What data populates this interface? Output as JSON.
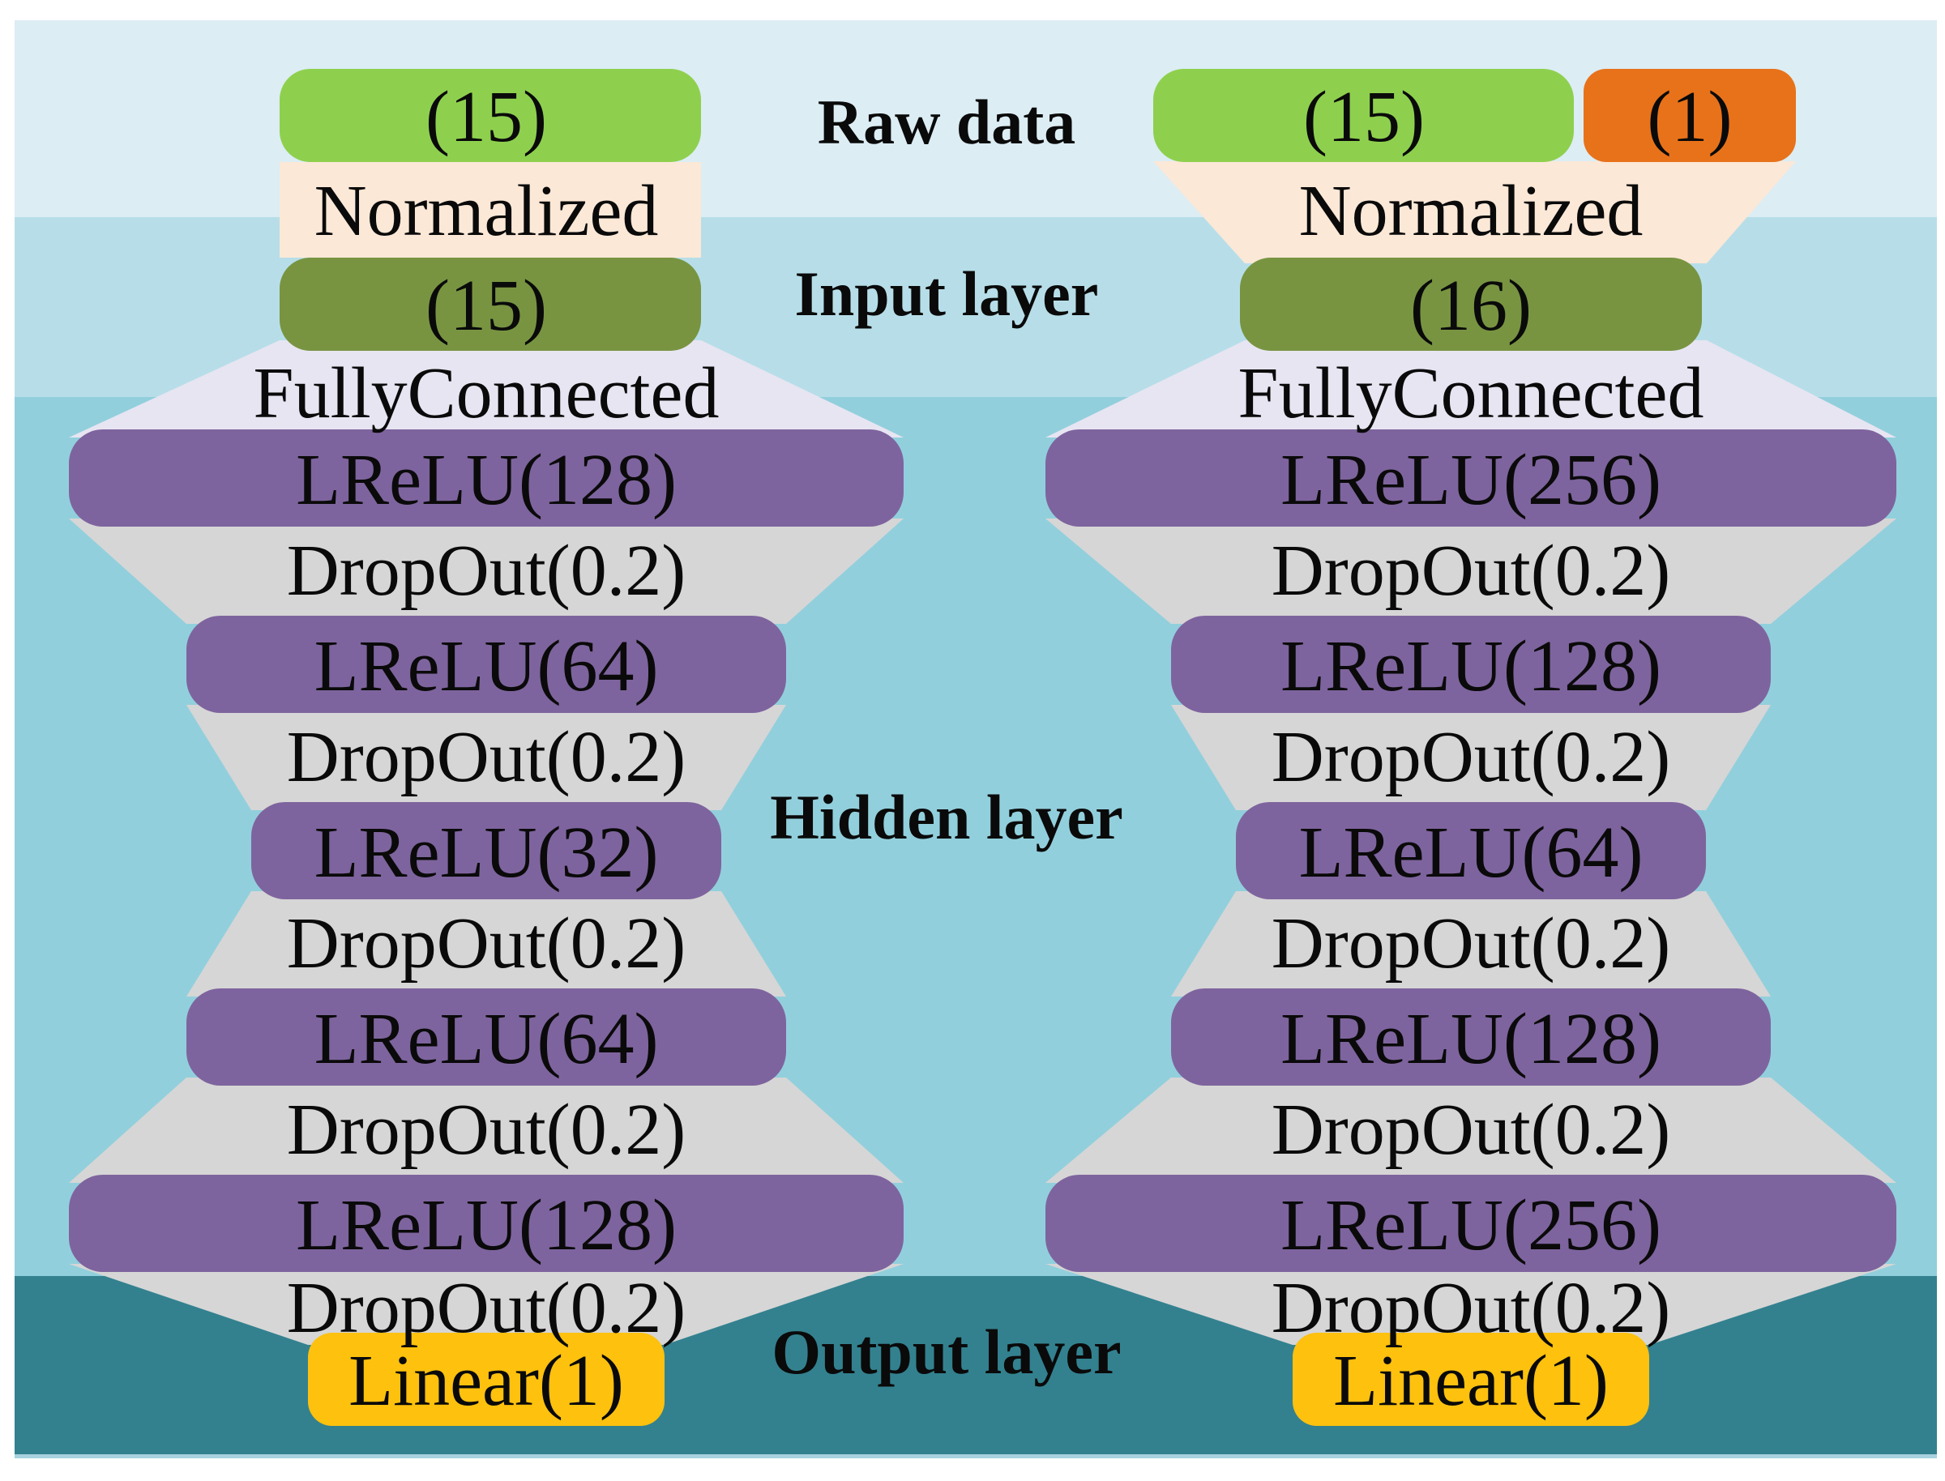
{
  "figure": {
    "band_labels": {
      "raw": "Raw data",
      "input": "Input layer",
      "hidden": "Hidden layer",
      "output": "Output layer"
    }
  },
  "left": {
    "raw_features": "(15)",
    "normalized": "Normalized",
    "input_size": "(15)",
    "fully_connected": "FullyConnected",
    "hidden": [
      "LReLU(128)",
      "DropOut(0.2)",
      "LReLU(64)",
      "DropOut(0.2)",
      "LReLU(32)",
      "DropOut(0.2)",
      "LReLU(64)",
      "DropOut(0.2)",
      "LReLU(128)",
      "DropOut(0.2)"
    ],
    "output": "Linear(1)"
  },
  "right": {
    "raw_features": "(15)",
    "raw_target": "(1)",
    "normalized": "Normalized",
    "input_size": "(16)",
    "fully_connected": "FullyConnected",
    "hidden": [
      "LReLU(256)",
      "DropOut(0.2)",
      "LReLU(128)",
      "DropOut(0.2)",
      "LReLU(64)",
      "DropOut(0.2)",
      "LReLU(128)",
      "DropOut(0.2)",
      "LReLU(256)",
      "DropOut(0.2)"
    ],
    "output": "Linear(1)"
  },
  "colors": {
    "band_raw": "#dcedf4",
    "band_input": "#b7dee8",
    "band_hidden": "#92cfdc",
    "band_output": "#33818f",
    "band_bottom_edge": "#a8d2de",
    "raw_green": "#8ed04e",
    "target_orange": "#e8721a",
    "input_green": "#789441",
    "hidden_purple": "#7e649e",
    "output_yellow": "#fdc10e",
    "normalize_peach": "#fbe8d7",
    "fc_lavender": "#e7e5f2",
    "dropout_gray": "#d6d6d6"
  }
}
